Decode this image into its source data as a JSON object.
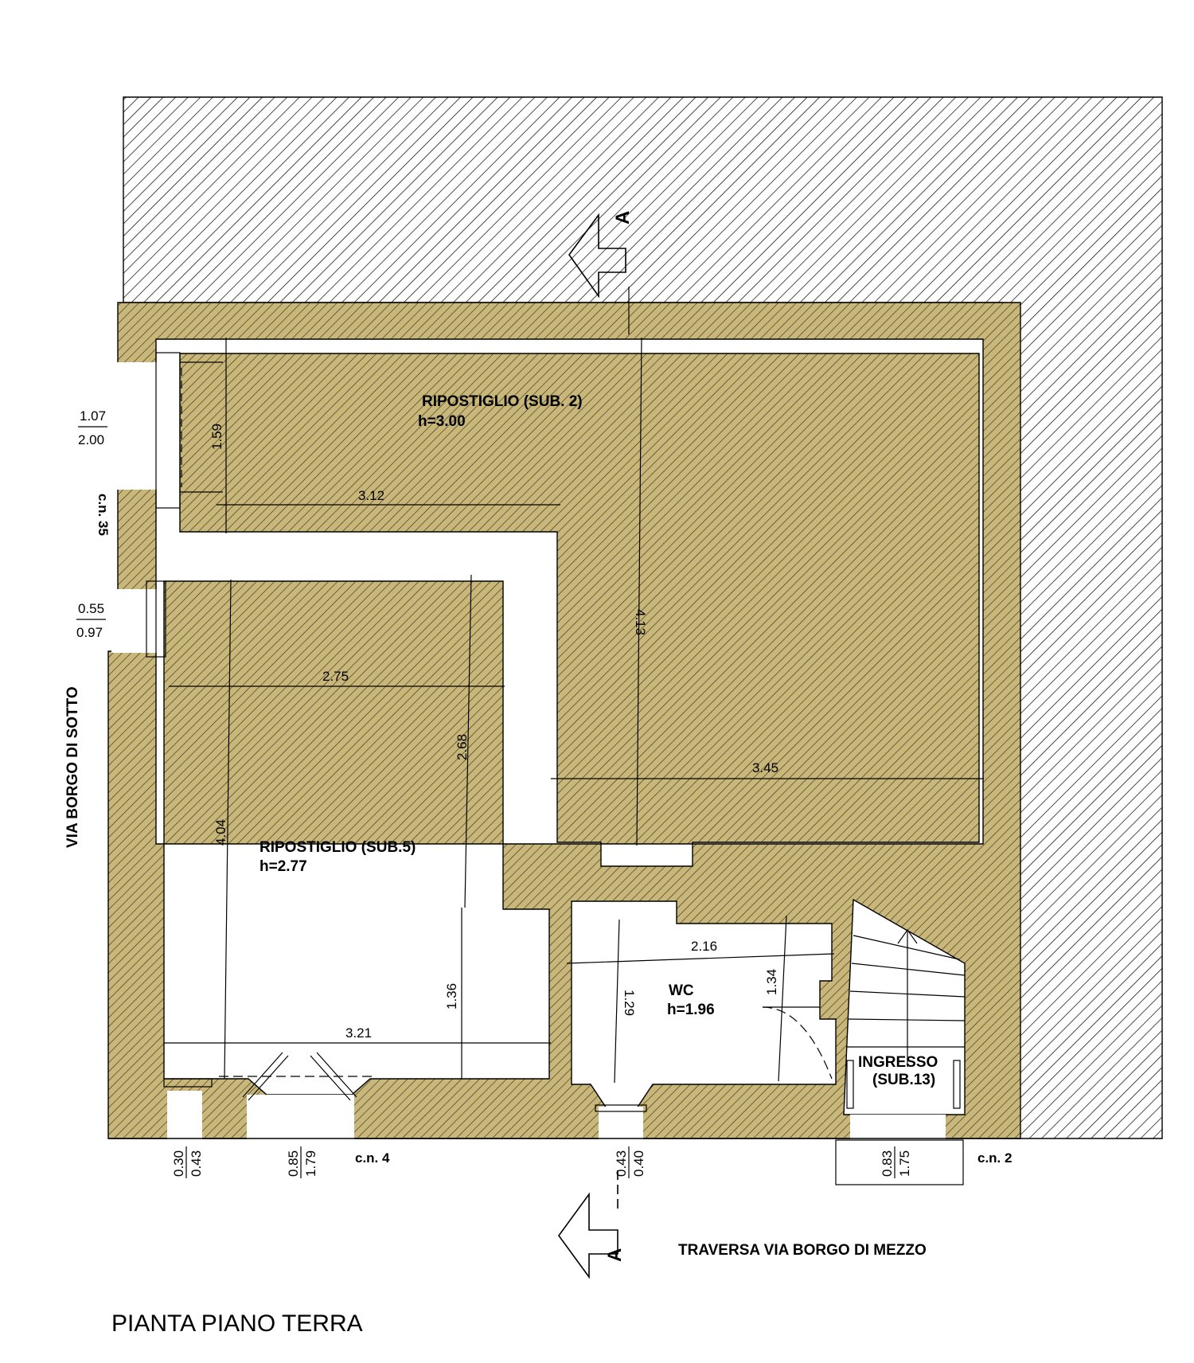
{
  "title": "PIANTA PIANO TERRA",
  "section_mark": "A",
  "rooms": {
    "ripostiglio2": {
      "name": "RIPOSTIGLIO (SUB. 2)",
      "height": "h=3.00"
    },
    "ripostiglio5": {
      "name": "RIPOSTIGLIO (SUB.5)",
      "height": "h=2.77"
    },
    "wc": {
      "name": "WC",
      "height": "h=1.96"
    },
    "ingresso": {
      "name_line1": "INGRESSO",
      "name_line2": "(SUB.13)"
    }
  },
  "streets": {
    "west": "VIA BORGO DI SOTTO",
    "south": "TRAVERSA  VIA BORGO DI MEZZO"
  },
  "civic_numbers": {
    "cn35": "c.n. 35",
    "cn4": "c.n. 4",
    "cn2": "c.n. 2"
  },
  "dimensions": {
    "d159": "1.59",
    "d312": "3.12",
    "d413": "4.13",
    "d275": "2.75",
    "d268": "2.68",
    "d345": "3.45",
    "d404": "4.04",
    "d136": "1.36",
    "d321": "3.21",
    "d216": "2.16",
    "d129": "1.29",
    "d134": "1.34"
  },
  "openings": {
    "w1": {
      "width": "1.07",
      "height": "2.00"
    },
    "w2": {
      "width": "0.55",
      "height": "0.97"
    },
    "w3": {
      "width": "0.30",
      "height": "0.43"
    },
    "w4": {
      "width": "0.85",
      "height": "1.79"
    },
    "w5": {
      "width": "0.43",
      "height": "0.40"
    },
    "w6": {
      "width": "0.83",
      "height": "1.75"
    }
  },
  "colors": {
    "wall_fill": "#c9b77a",
    "hatch": "#000000",
    "background": "#ffffff"
  }
}
